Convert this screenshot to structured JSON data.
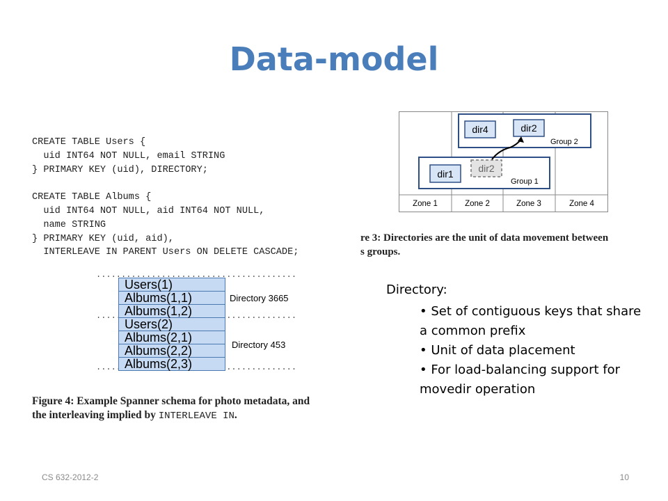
{
  "slide": {
    "title": "Data-model",
    "code": "CREATE TABLE Users {\n  uid INT64 NOT NULL, email STRING\n} PRIMARY KEY (uid), DIRECTORY;\n\nCREATE TABLE Albums {\n  uid INT64 NOT NULL, aid INT64 NOT NULL,\n  name STRING\n} PRIMARY KEY (uid, aid),\n  INTERLEAVE IN PARENT Users ON DELETE CASCADE;",
    "directory_rows": [
      "Users(1)",
      "Albums(1,1)",
      "Albums(1,2)",
      "Users(2)",
      "Albums(2,1)",
      "Albums(2,2)",
      "Albums(2,3)"
    ],
    "directory_labels": [
      "Directory 3665",
      "Directory 453"
    ],
    "figure4_caption_line1": "Figure 4:  Example Spanner schema for photo metadata, and",
    "figure4_caption_line2_prefix": "the interleaving implied by ",
    "figure4_caption_code": "INTERLEAVE IN",
    "figure4_caption_end": ".",
    "figure3_caption_line1": "re 3:  Directories are the unit of data movement between",
    "figure3_caption_line2": "s groups.",
    "diagram": {
      "zones": [
        "Zone 1",
        "Zone 2",
        "Zone 3",
        "Zone 4"
      ],
      "groups": [
        "Group 1",
        "Group 2"
      ],
      "dirs": [
        "dir4",
        "dir2",
        "dir1",
        "dir2"
      ]
    },
    "directory_heading": "Directory:",
    "bullets": [
      "• Set of contiguous keys that share a common prefix",
      "• Unit of data placement",
      "• For load-balancing support for movedir operation"
    ],
    "footer_course": "CS 632-2012-2",
    "page_number": "10"
  }
}
